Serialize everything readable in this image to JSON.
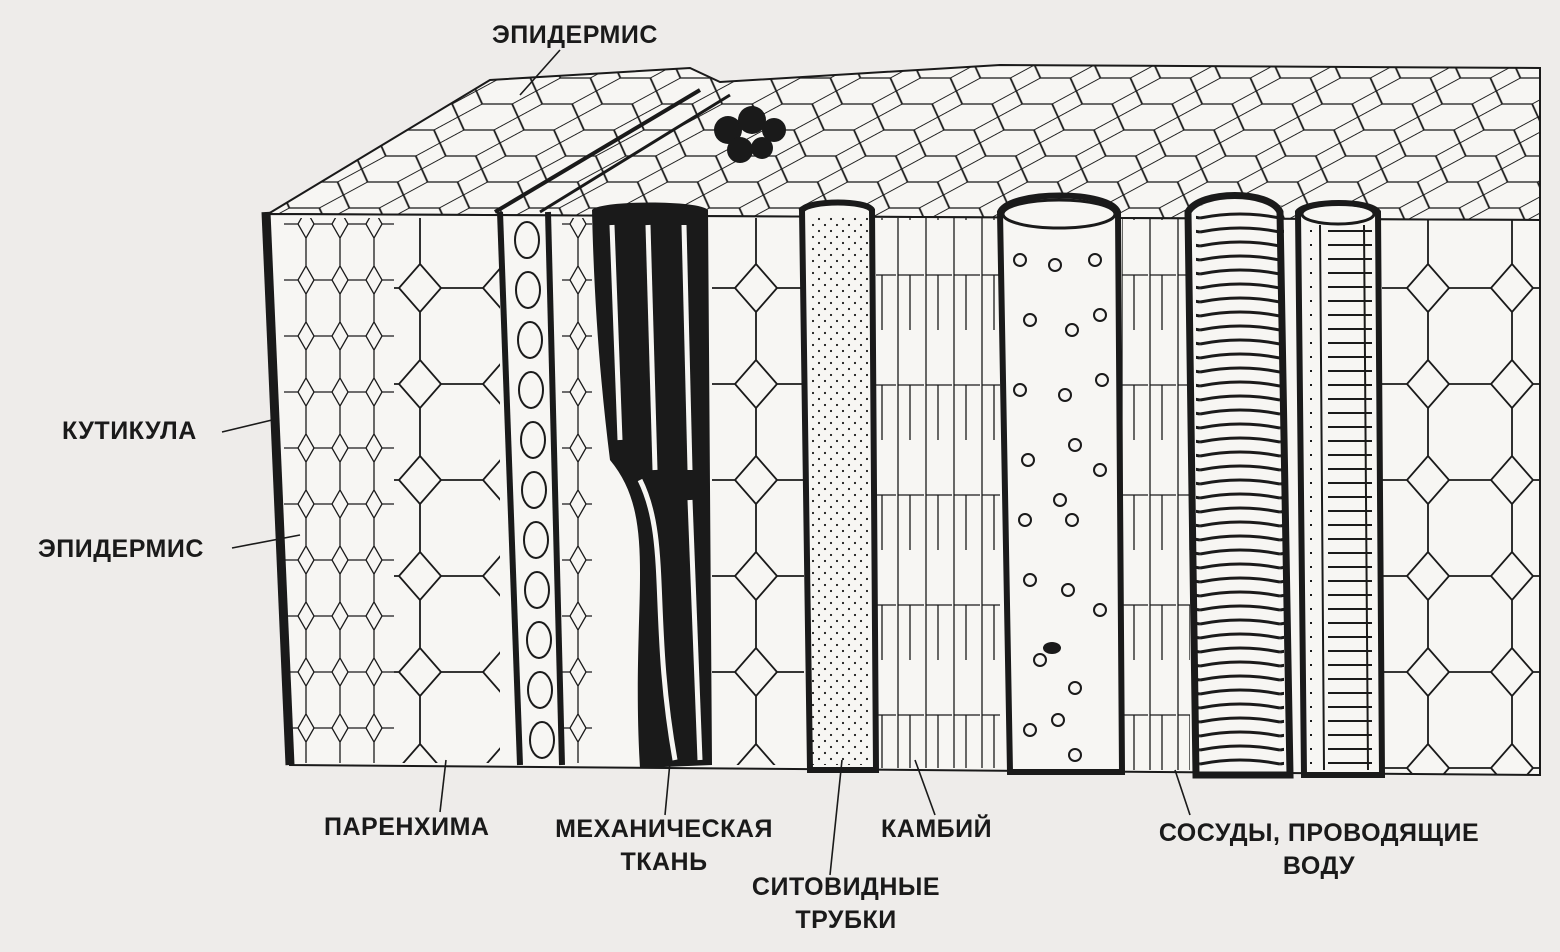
{
  "labels": {
    "epidermis_top": "ЭПИДЕРМИС",
    "cuticle": "КУТИКУЛА",
    "epidermis_left": "ЭПИДЕРМИС",
    "parenchyma": "ПАРЕНХИМА",
    "mechanical_1": "МЕХАНИЧЕСКАЯ",
    "mechanical_2": "ТКАНЬ",
    "cambium": "КАМБИЙ",
    "sieve_1": "СИТОВИДНЫЕ",
    "sieve_2": "ТРУБКИ",
    "vessels_1": "СОСУДЫ, ПРОВОДЯЩИЕ",
    "vessels_2": "ВОДУ"
  },
  "colors": {
    "ink": "#1a1a1a",
    "paper": "#eeecea",
    "tissue": "#f7f6f3"
  }
}
